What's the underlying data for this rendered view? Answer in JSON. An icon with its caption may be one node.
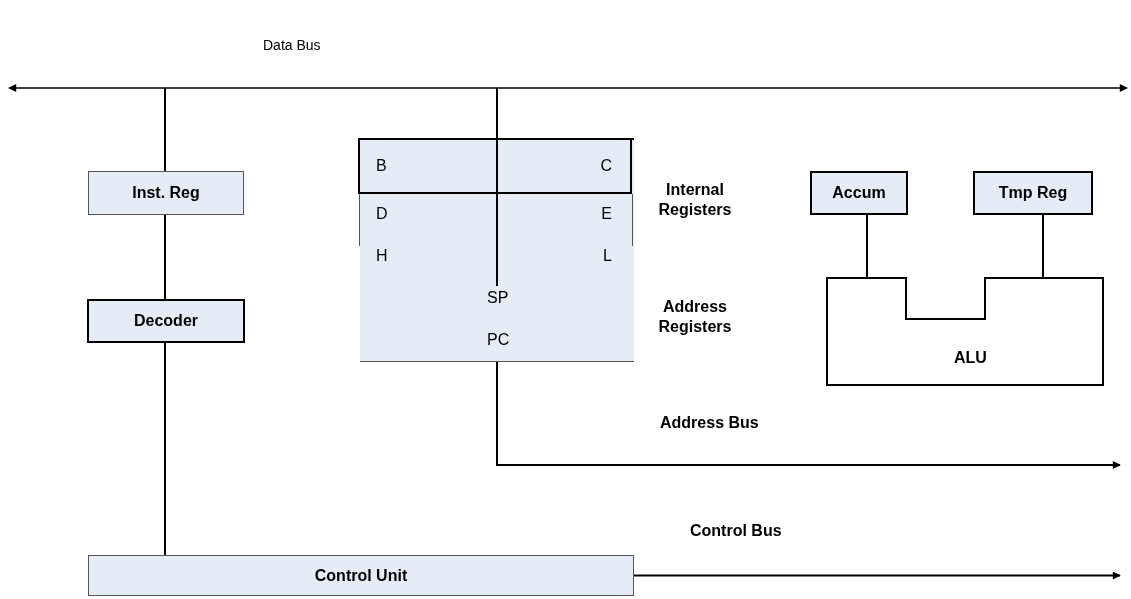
{
  "diagram": {
    "nodes": [
      {
        "text": [
          "Inst. Reg"
        ]
      },
      {
        "text": [
          "Decoder"
        ]
      },
      {
        "text": [
          "Control Unit"
        ]
      },
      {
        "text": [
          "B",
          "C",
          "D",
          "E",
          "H",
          "L",
          "SP",
          "PC"
        ],
        "beside": [
          "Internal Registers",
          "Address Registers"
        ]
      },
      {
        "text": [
          "Accum"
        ]
      },
      {
        "text": [
          "Tmp Reg"
        ]
      },
      {
        "text": [
          "ALU"
        ]
      },
      {
        "text": [
          "Data Bus"
        ]
      }
    ],
    "edges": [
      {
        "from": 7,
        "to": 0,
        "arrow": "none"
      },
      {
        "from": 7,
        "to": 3,
        "arrow": "none"
      },
      {
        "from": 0,
        "to": 1,
        "arrow": "none"
      },
      {
        "from": 1,
        "to": 2,
        "arrow": "none"
      },
      {
        "from": 4,
        "to": 6,
        "arrow": "none"
      },
      {
        "from": 5,
        "to": 6,
        "arrow": "none"
      },
      {
        "from": 3,
        "to": null,
        "arrow": "to",
        "label": "Address Bus"
      },
      {
        "from": 2,
        "to": null,
        "arrow": "to",
        "label": "Control Bus"
      }
    ]
  }
}
